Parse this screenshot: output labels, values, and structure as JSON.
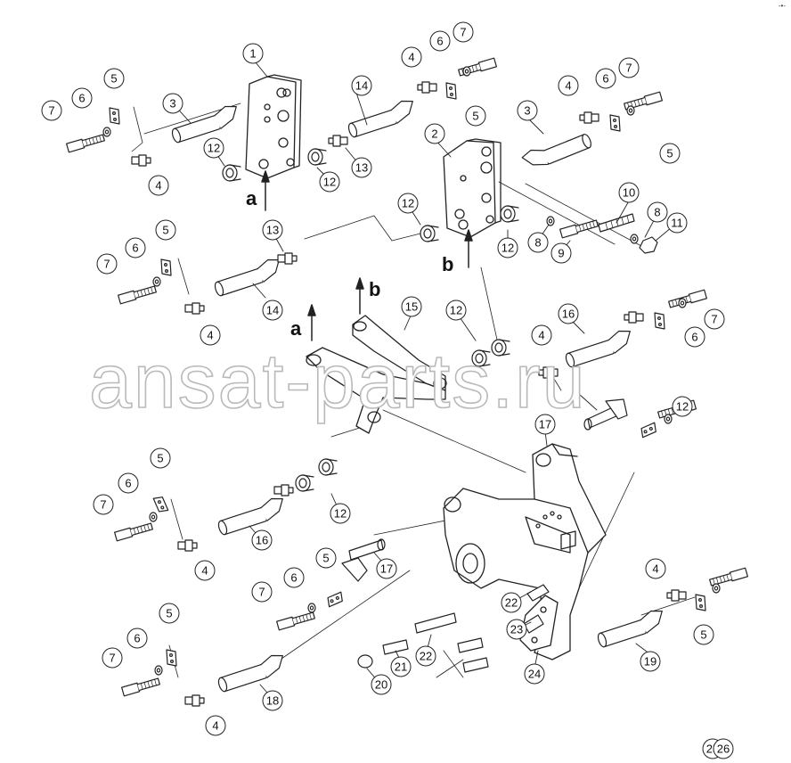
{
  "watermark": "ansat-parts.ru",
  "corner_mark": "-•-",
  "view_marks": {
    "a": "a",
    "b": "b"
  },
  "callouts": [
    "1",
    "2",
    "3",
    "3",
    "4",
    "4",
    "4",
    "4",
    "4",
    "4",
    "4",
    "4",
    "5",
    "5",
    "5",
    "5",
    "5",
    "5",
    "5",
    "5",
    "6",
    "6",
    "6",
    "6",
    "6",
    "6",
    "6",
    "6",
    "7",
    "7",
    "7",
    "7",
    "7",
    "7",
    "7",
    "7",
    "8",
    "8",
    "9",
    "10",
    "11",
    "12",
    "12",
    "12",
    "12",
    "12",
    "12",
    "12",
    "13",
    "13",
    "14",
    "14",
    "15",
    "16",
    "16",
    "17",
    "17",
    "18",
    "19",
    "20",
    "21",
    "22",
    "22",
    "23",
    "24",
    "25",
    "26"
  ]
}
